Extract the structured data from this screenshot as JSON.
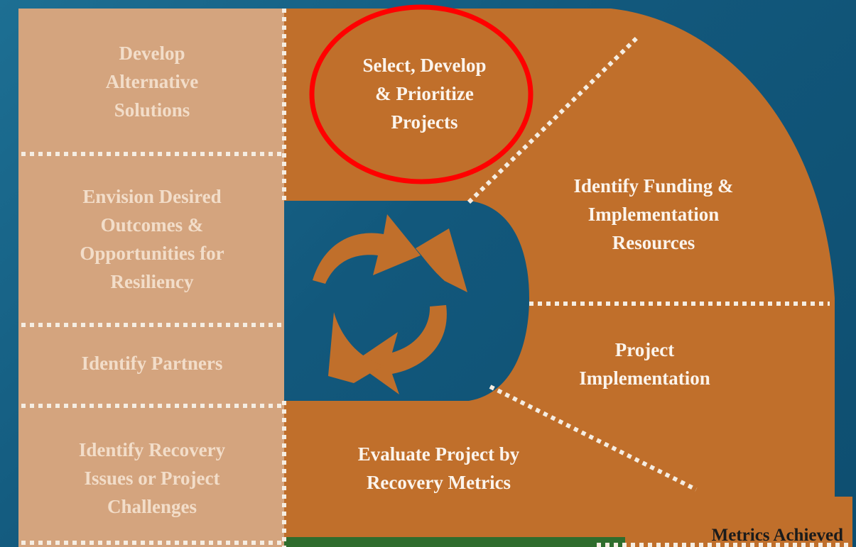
{
  "colors": {
    "left_panel": "#d4a47e",
    "orange": "#c06f2b",
    "highlight_circle": "#ff0000",
    "text_light": "#fbf4ec",
    "background": "#1a6688"
  },
  "left_column": [
    {
      "label": "Develop\nAlternative\nSolutions"
    },
    {
      "label": "Envision Desired\nOutcomes &\nOpportunities for\nResiliency"
    },
    {
      "label": "Identify Partners"
    },
    {
      "label": "Identify Recovery\nIssues or Project\nChallenges"
    }
  ],
  "right_sections": {
    "select": "Select, Develop\n& Prioritize\nProjects",
    "funding": "Identify Funding &\nImplementation\nResources",
    "implementation": "Project\nImplementation",
    "evaluate": "Evaluate Project by\nRecovery Metrics"
  },
  "footer": {
    "metrics_achieved": "Metrics Achieved"
  },
  "icons": {
    "center": "recycle-arrows-icon",
    "highlight": "red-highlight-circle"
  }
}
